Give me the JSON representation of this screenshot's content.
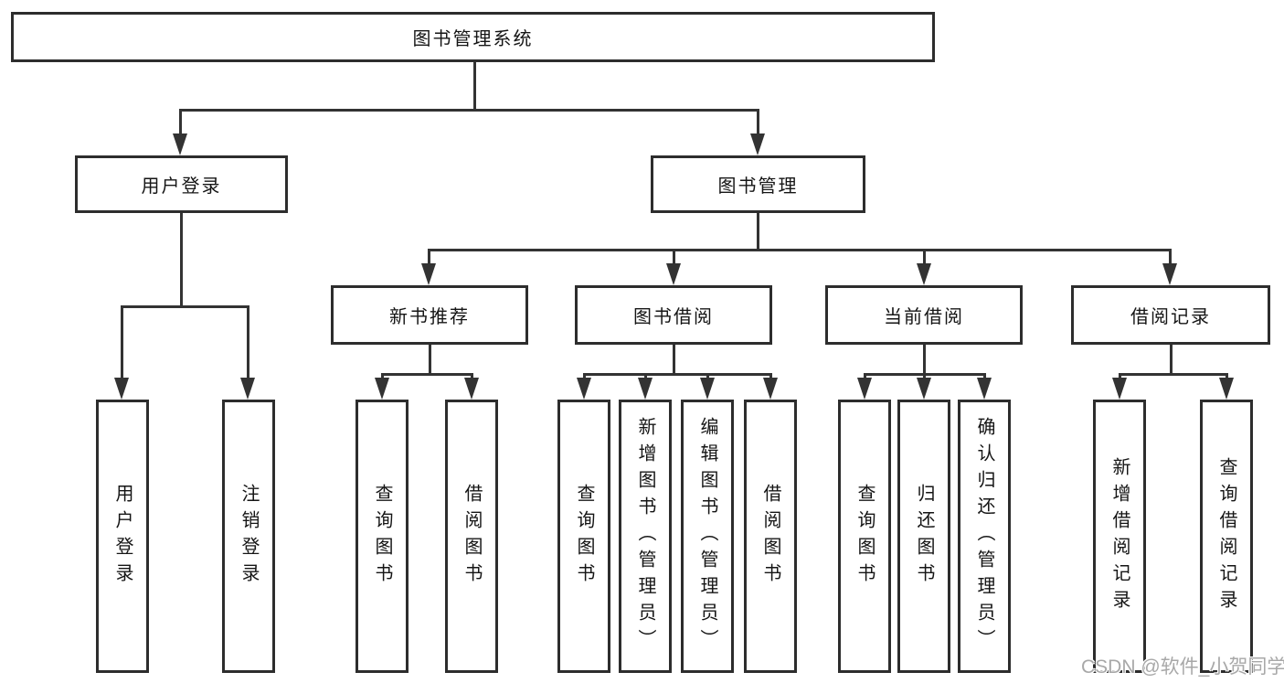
{
  "root": {
    "label": "图书管理系统"
  },
  "branches": {
    "userLogin": {
      "label": "用户登录",
      "children": [
        {
          "label": "用户登录"
        },
        {
          "label": "注销登录"
        }
      ]
    },
    "bookManagement": {
      "label": "图书管理",
      "sections": [
        {
          "label": "新书推荐",
          "children": [
            {
              "label": "查询图书"
            },
            {
              "label": "借阅图书"
            }
          ]
        },
        {
          "label": "图书借阅",
          "children": [
            {
              "label": "查询图书"
            },
            {
              "label": "新增图书（管理员）"
            },
            {
              "label": "编辑图书（管理员）"
            },
            {
              "label": "借阅图书"
            }
          ]
        },
        {
          "label": "当前借阅",
          "children": [
            {
              "label": "查询图书"
            },
            {
              "label": "归还图书"
            },
            {
              "label": "确认归还（管理员）"
            }
          ]
        },
        {
          "label": "借阅记录",
          "children": [
            {
              "label": "新增借阅记录"
            },
            {
              "label": "查询借阅记录"
            }
          ]
        }
      ]
    }
  },
  "watermark": {
    "text": "CSDN @软件_小贺同学"
  },
  "colors": {
    "line": "#333333",
    "box_border": "#2d2d2d",
    "text": "#151515",
    "watermark": "#a8a8a8",
    "background": "#ffffff"
  }
}
